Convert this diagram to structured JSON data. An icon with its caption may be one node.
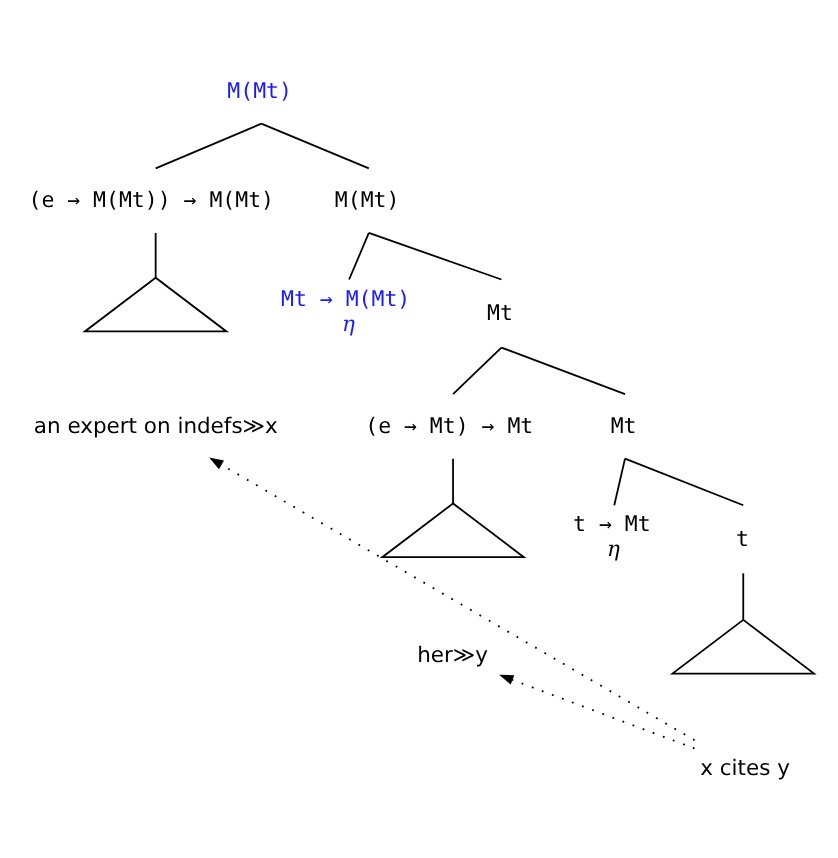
{
  "diagram": {
    "nodes": [
      {
        "text": [
          "M(Mt)"
        ]
      },
      {
        "text": [
          "(e → M(Mt)) → M(Mt)"
        ]
      },
      {
        "text": [],
        "shape": "triangle"
      },
      {
        "text": [
          "an expert on indefs≫x"
        ]
      },
      {
        "text": [
          "M(Mt)"
        ]
      },
      {
        "text": [
          "Mt → M(Mt)"
        ],
        "beside": [
          "η"
        ]
      },
      {
        "text": [
          "Mt"
        ]
      },
      {
        "text": [
          "(e → Mt) → Mt"
        ]
      },
      {
        "text": [
          "Mt"
        ]
      },
      {
        "text": [],
        "shape": "triangle"
      },
      {
        "text": [
          "her≫y"
        ]
      },
      {
        "text": [
          "t → Mt"
        ],
        "beside": [
          "η"
        ]
      },
      {
        "text": [
          "t"
        ]
      },
      {
        "text": [],
        "shape": "triangle"
      },
      {
        "text": [
          "x cites y"
        ]
      }
    ],
    "edges": [
      {
        "from": 0,
        "to": 1,
        "arrow": "none"
      },
      {
        "from": 0,
        "to": 4,
        "arrow": "none"
      },
      {
        "from": 1,
        "to": 2,
        "arrow": "none"
      },
      {
        "from": 4,
        "to": 5,
        "arrow": "none"
      },
      {
        "from": 4,
        "to": 6,
        "arrow": "none"
      },
      {
        "from": 6,
        "to": 7,
        "arrow": "none"
      },
      {
        "from": 6,
        "to": 8,
        "arrow": "none"
      },
      {
        "from": 7,
        "to": 9,
        "arrow": "none"
      },
      {
        "from": 8,
        "to": 11,
        "arrow": "none"
      },
      {
        "from": 8,
        "to": 12,
        "arrow": "none"
      },
      {
        "from": 12,
        "to": 13,
        "arrow": "none"
      },
      {
        "from": 14,
        "to": 3,
        "arrow": "to",
        "style": "dashed"
      },
      {
        "from": 14,
        "to": 10,
        "arrow": "to",
        "style": "dashed"
      }
    ]
  }
}
